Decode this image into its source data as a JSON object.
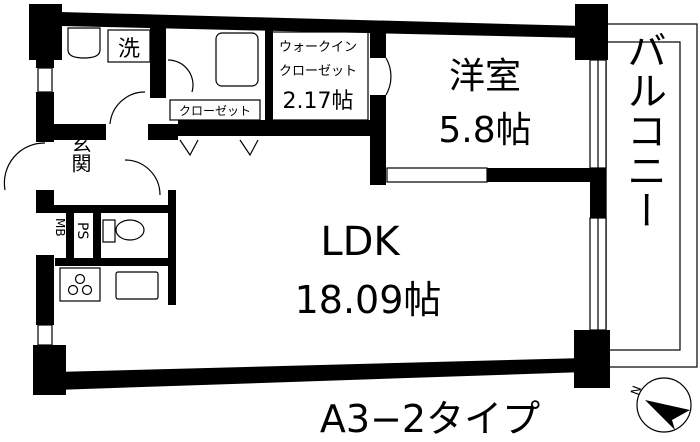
{
  "plan": {
    "rooms": {
      "western": {
        "name": "洋室",
        "size": "5.8帖"
      },
      "ldk": {
        "name": "LDK",
        "size": "18.09帖"
      },
      "walk_in_closet": {
        "name_line1": "ウォークイン",
        "name_line2": "クローゼット",
        "size": "2.17帖"
      },
      "closet": "クローゼット",
      "washroom": "洗",
      "entrance": "玄関",
      "ps": "PS",
      "mb": "MB",
      "balcony": "バルコニー"
    },
    "type_label": "A3−2タイプ",
    "compass": {
      "label": "N",
      "icon": "north-arrow-icon"
    }
  }
}
